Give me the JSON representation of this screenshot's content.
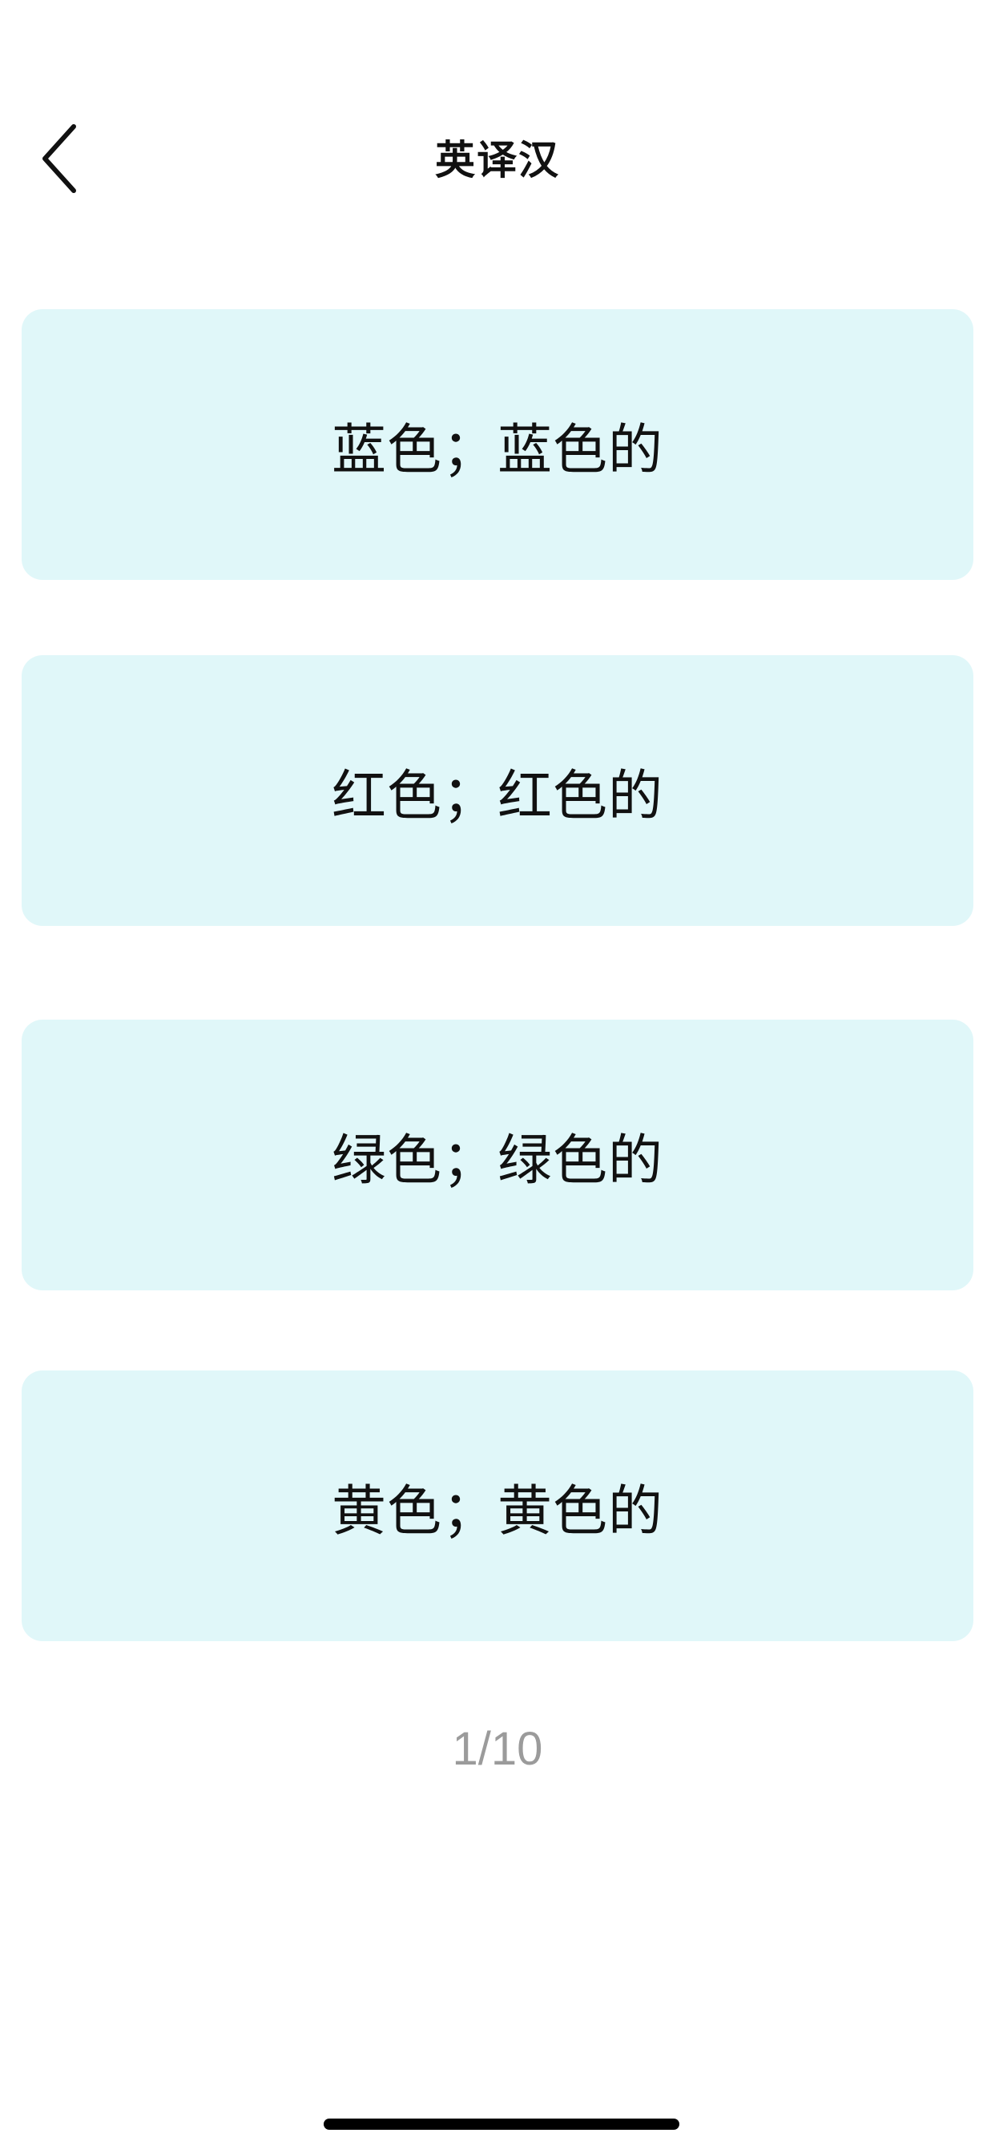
{
  "header": {
    "title": "英译汉"
  },
  "options": [
    {
      "label": "蓝色；蓝色的"
    },
    {
      "label": "红色；红色的"
    },
    {
      "label": "绿色；绿色的"
    },
    {
      "label": "黄色；黄色的"
    }
  ],
  "progress": {
    "text": "1/10"
  },
  "icons": {
    "back": "chevron-left-icon"
  },
  "colors": {
    "option_bg": "#e0f7f9",
    "progress_text": "#9b9b9b",
    "title_text": "#111111"
  }
}
